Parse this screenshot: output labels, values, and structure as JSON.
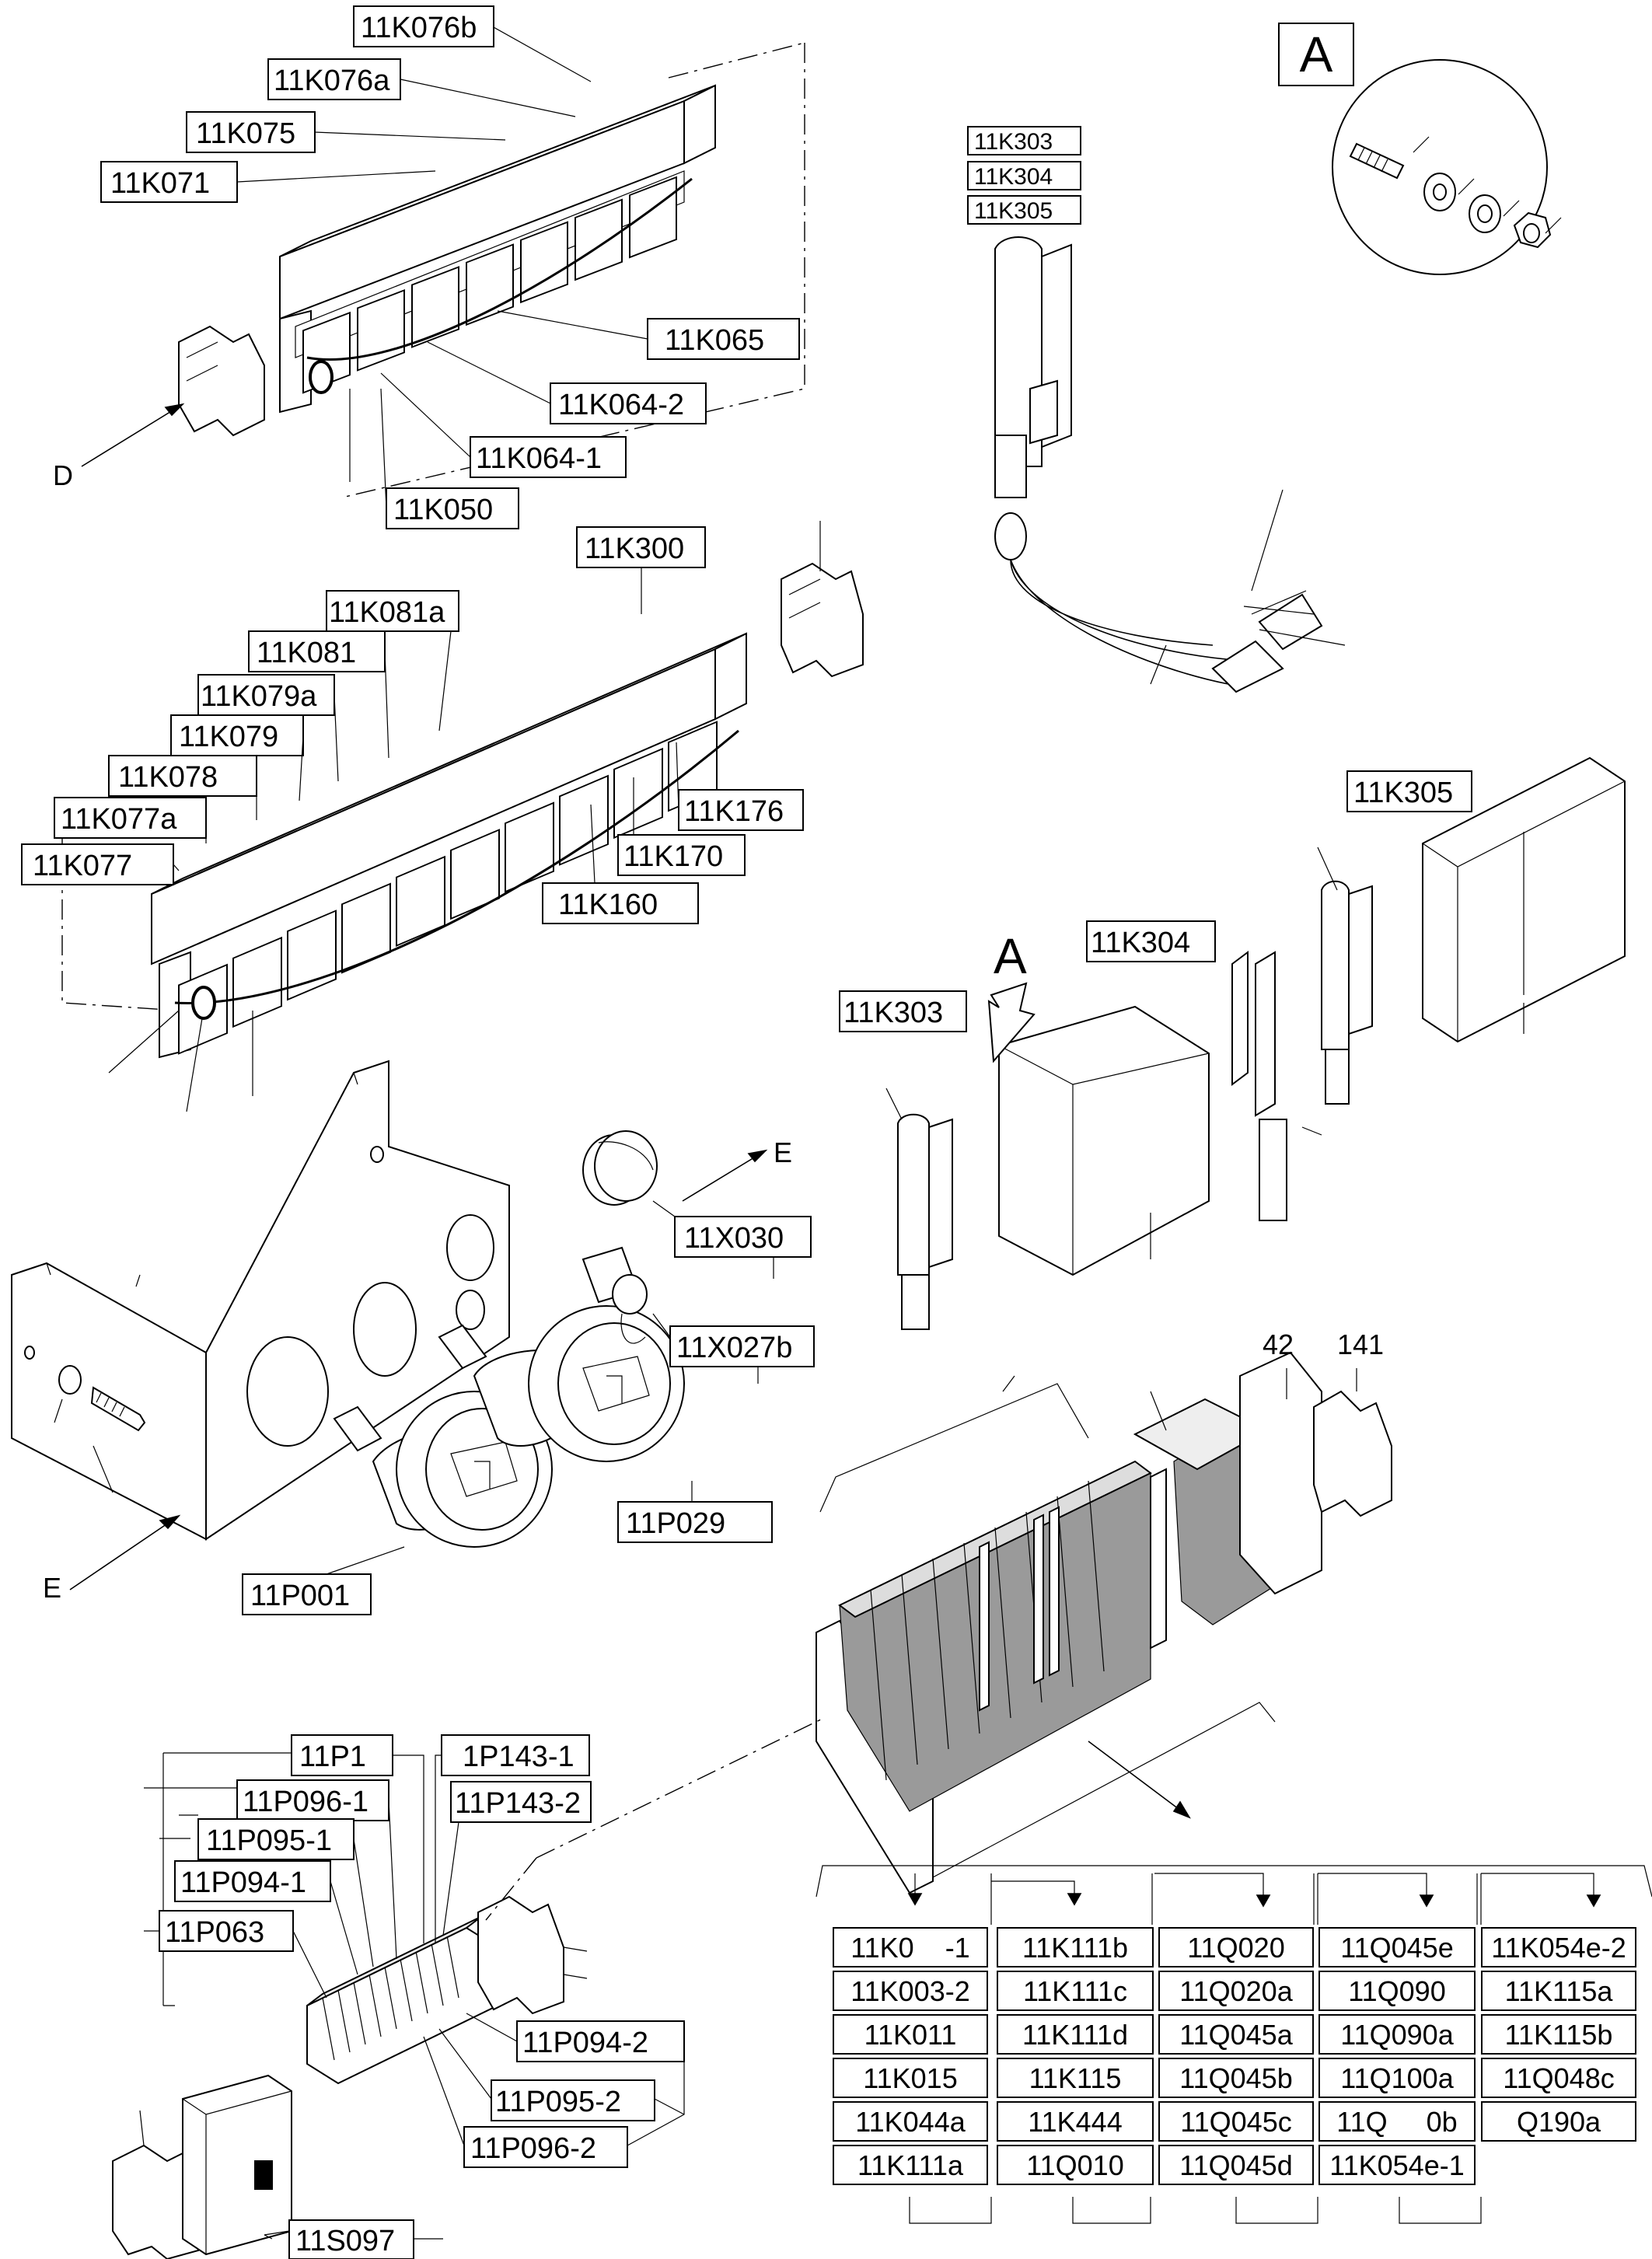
{
  "detail_marker": "A",
  "view_arrows": {
    "d": "D",
    "e_upper": "E",
    "e_lower": "E",
    "a": "A"
  },
  "relay_rack_upper": {
    "labels": [
      "11K076b",
      "11K076a",
      "11K075",
      "11K071",
      "11K065",
      "11K064-2",
      "11K064-1",
      "11K050"
    ]
  },
  "relay_rack_lower": {
    "labels": [
      "11K300",
      "11K081a",
      "11K081",
      "11K079a",
      "11K079",
      "11K078",
      "11K077a",
      "11K077",
      "11K176",
      "11K170",
      "11K160"
    ]
  },
  "harness": {
    "labels": [
      "11K303",
      "11K304",
      "11K305"
    ]
  },
  "modules": {
    "labels": [
      "11K305",
      "11K304",
      "11K303"
    ]
  },
  "panel": {
    "labels": [
      "11X030",
      "11X027b",
      "11P029",
      "11P001"
    ]
  },
  "terminal_strip": {
    "label_42": "42",
    "label_141": "141"
  },
  "breaker_group": {
    "labels": [
      "11P1",
      "1P143-1",
      "11P096-1",
      "11P143-2",
      "11P095-1",
      "11P094-1",
      "11P063",
      "11P094-2",
      "11P095-2",
      "11P096-2",
      "11S097"
    ]
  },
  "parts_table": {
    "columns": [
      [
        "11K0    -1",
        "11K003-2",
        "11K011",
        "11K015",
        "11K044a",
        "11K111a"
      ],
      [
        "11K111b",
        "11K111c",
        "11K111d",
        "11K115",
        "11K444",
        "11Q010"
      ],
      [
        "11Q020",
        "11Q020a",
        "11Q045a",
        "11Q045b",
        "11Q045c",
        "11Q045d"
      ],
      [
        "11Q045e",
        "11Q090",
        "11Q090a",
        "11Q100a",
        "11Q     0b",
        "11K054e-1"
      ],
      [
        "11K054e-2",
        "11K115a",
        "11K115b",
        "11Q048c",
        "Q190a"
      ]
    ]
  }
}
